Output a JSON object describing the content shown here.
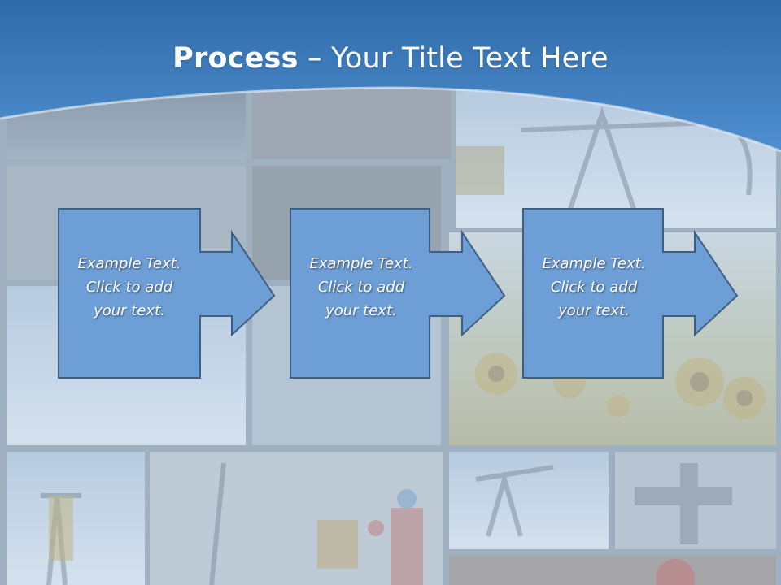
{
  "slide": {
    "title_bold": "Process",
    "title_rest": " – Your Title Text Here",
    "background_description_colors": {
      "header_top": "#2f6aa8",
      "header_bottom": "#4b8dcf",
      "box_fill": "#6d9ed6",
      "box_border": "#3f5f80"
    }
  },
  "steps": [
    {
      "lines": [
        "Example Text.",
        "Click  to add",
        "your text."
      ]
    },
    {
      "lines": [
        "Example Text.",
        "Click  to add",
        "your text."
      ]
    },
    {
      "lines": [
        "Example Text.",
        "Click  to add",
        "your text."
      ]
    }
  ]
}
